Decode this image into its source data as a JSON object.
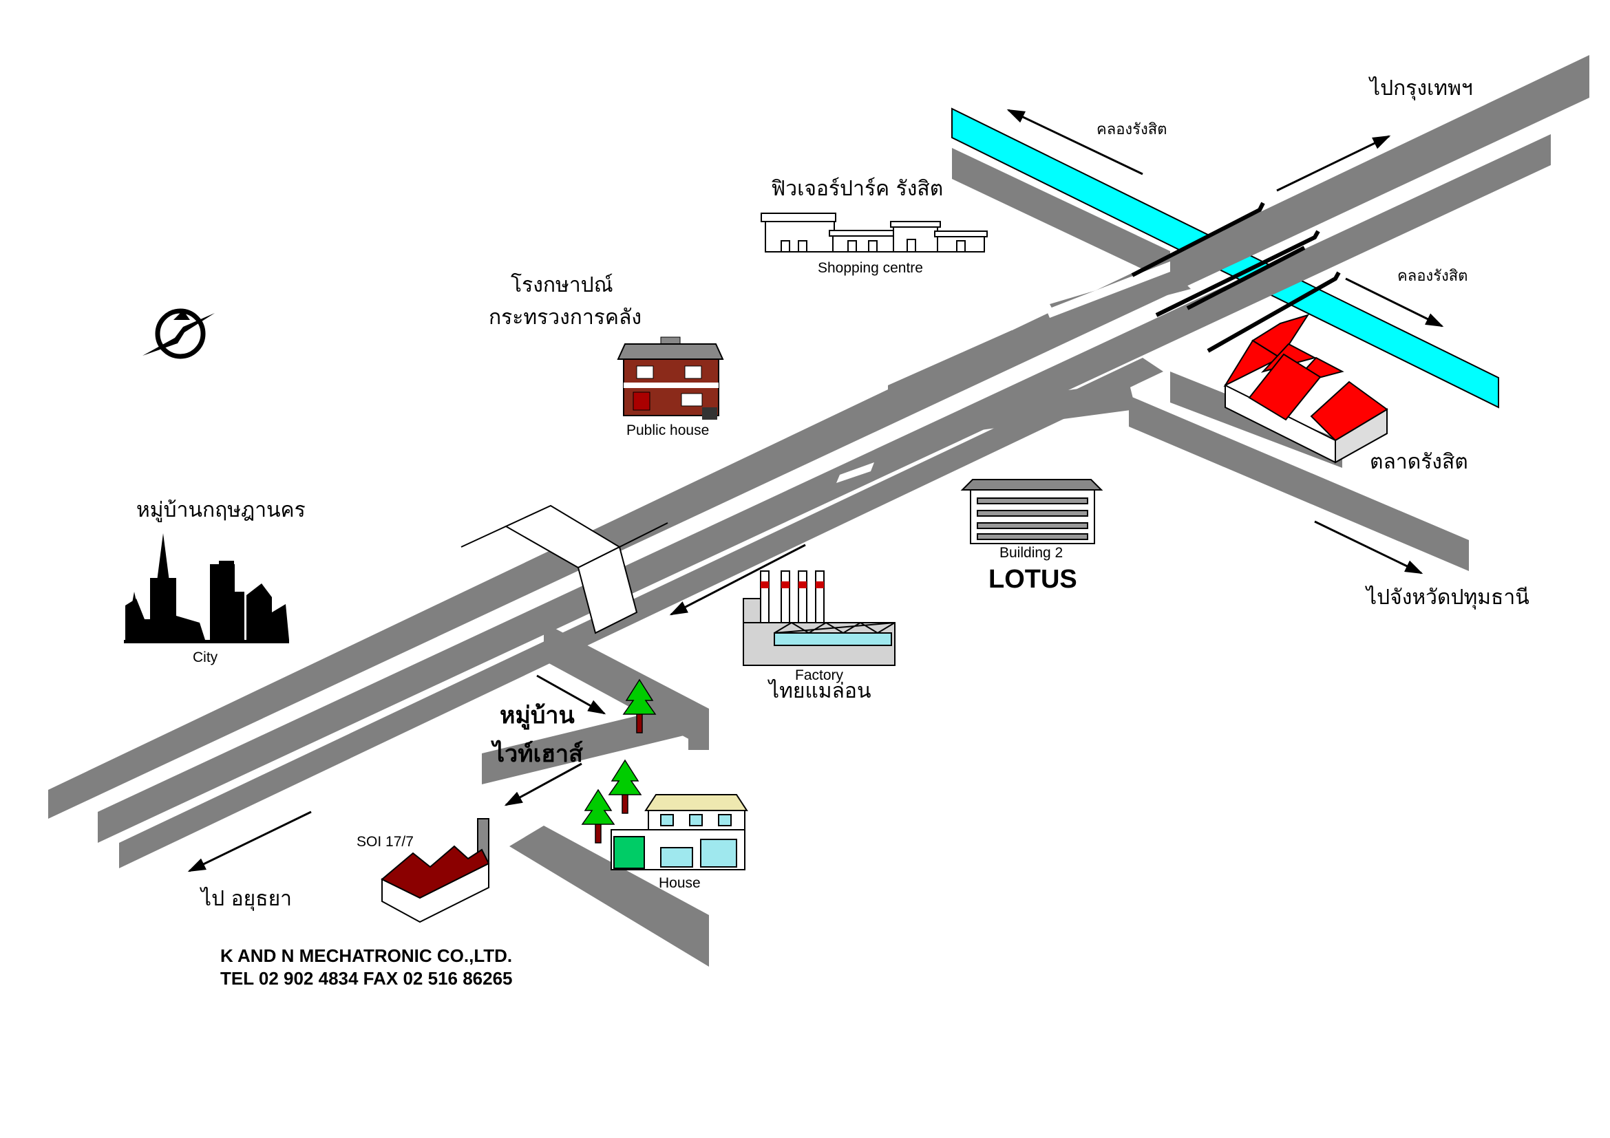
{
  "labels": {
    "to_bangkok": "ไปกรุงเทพฯ",
    "klong_rangsit_top": "คลองรังสิต",
    "klong_rangsit_right": "คลองรังสิต",
    "future_park": "ฟิวเจอร์ปาร์ค รังสิต",
    "shopping_centre": "Shopping centre",
    "mint_line1": "โรงกษาปณ์",
    "mint_line2": "กระทรวงการคลัง",
    "public_house": "Public house",
    "talad_rangsit": "ตลาดรังสิต",
    "building2": "Building 2",
    "lotus": "LOTUS",
    "to_pathum": "ไปจังหวัดปทุมธานี",
    "krisdanakorn": "หมู่บ้านกฤษฎานคร",
    "city": "City",
    "factory": "Factory",
    "thai_melon": "ไทยแมล่อน",
    "village_line1": "หมู่บ้าน",
    "village_line2": "ไวท์เฮาส์",
    "soi": "SOI 17/7",
    "house": "House",
    "to_ayutthaya": "ไป อยุธยา",
    "company": "K AND N  MECHATRONIC CO.,LTD.",
    "contact": "TEL 02 902 4834  FAX 02 516 86265"
  },
  "icons": [
    "compass-icon",
    "shopping-centre-icon",
    "public-house-icon",
    "city-skyline-icon",
    "factory-icon",
    "building-icon",
    "market-warehouse-icon",
    "company-factory-icon",
    "house-icon",
    "tree-icon",
    "bridge-icon"
  ],
  "colors": {
    "road": "#808080",
    "canal": "#00ffff",
    "roof_red": "#ff0000",
    "roof_dark": "#8b0000",
    "tree": "#00cc00",
    "house_brown": "#8b2a1a"
  }
}
